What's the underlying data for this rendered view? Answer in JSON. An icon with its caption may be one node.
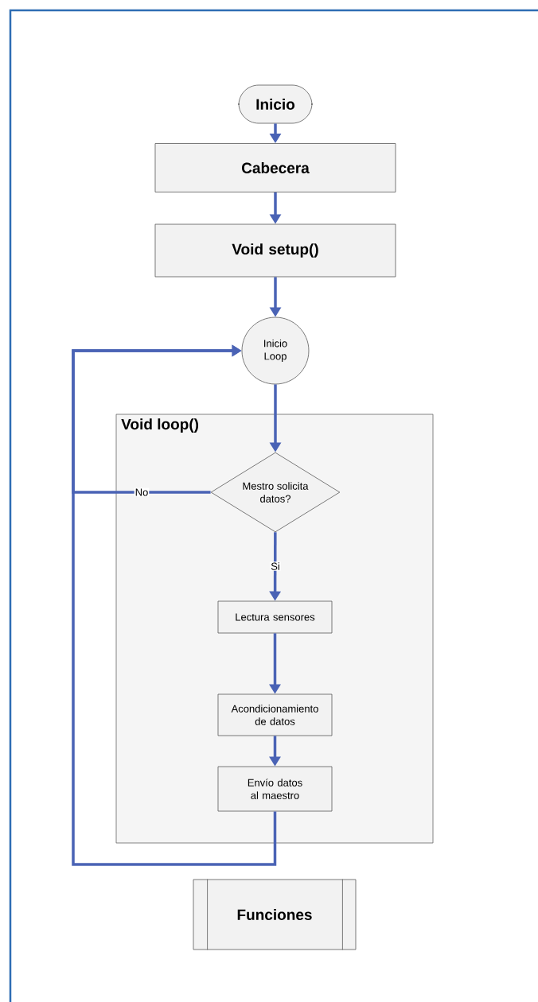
{
  "diagram": {
    "nodes": [
      {
        "text": [
          "Inicio"
        ]
      },
      {
        "text": [
          "Cabecera"
        ]
      },
      {
        "text": [
          "Void setup()"
        ]
      },
      {
        "text": [
          "Inicio Loop"
        ]
      },
      {
        "text": [
          "Void loop()"
        ]
      },
      {
        "text": [
          "Mestro solicita datos?"
        ],
        "in": 4
      },
      {
        "text": [
          "Lectura sensores"
        ],
        "in": 4
      },
      {
        "text": [
          "Acondicionamiento de datos"
        ],
        "in": 4
      },
      {
        "text": [
          "Envío datos al maestro"
        ],
        "in": 4
      },
      {
        "text": [
          "Funciones"
        ]
      }
    ],
    "edges": [
      {
        "from": 0,
        "to": 1,
        "arrow": "to"
      },
      {
        "from": 1,
        "to": 2,
        "arrow": "to"
      },
      {
        "from": 2,
        "to": 3,
        "arrow": "to"
      },
      {
        "from": 3,
        "to": 5,
        "arrow": "to"
      },
      {
        "from": 5,
        "to": 6,
        "label": "Si",
        "arrow": "to"
      },
      {
        "from": 6,
        "to": 7,
        "arrow": "to"
      },
      {
        "from": 7,
        "to": 8,
        "arrow": "to"
      },
      {
        "from": 8,
        "to": 3,
        "arrow": "to"
      },
      {
        "from": 5,
        "to": 3,
        "label": "No",
        "arrow": "to"
      }
    ]
  }
}
